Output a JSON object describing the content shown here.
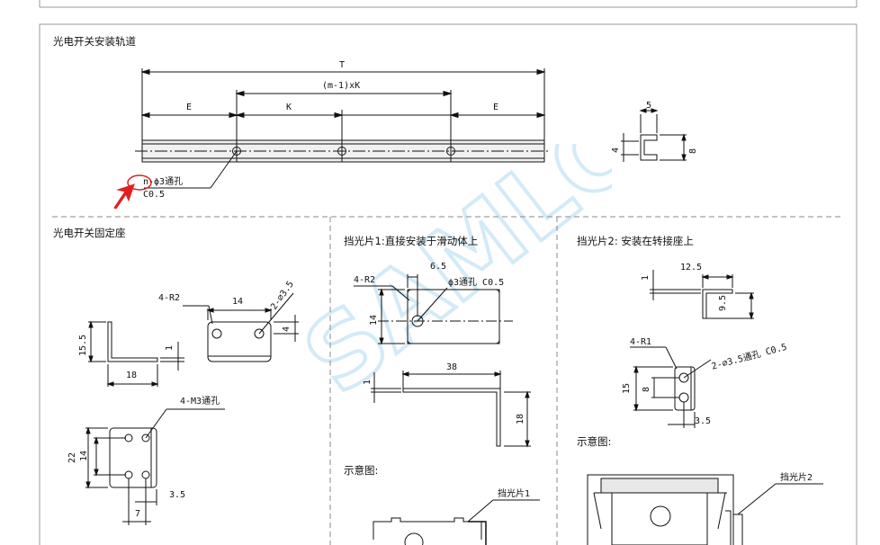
{
  "sections": {
    "rail_title": "光电开关安装轨道",
    "bracket_title": "光电开关固定座",
    "plate1_title": "挡光片1:直接安装于滑动体上",
    "plate2_title": "挡光片2: 安装在转接座上",
    "schematic_label": "示意图:"
  },
  "rail": {
    "dim_T": "T",
    "dim_mK": "(m-1)xK",
    "dim_E_left": "E",
    "dim_K": "K",
    "dim_E_right": "E",
    "hole_label_line1": "n-ϕ3通孔",
    "hole_label_line2": "C0.5",
    "section_w": "5",
    "section_h": "8",
    "section_t": "4"
  },
  "bracket": {
    "r_label": "4-R2",
    "w14": "14",
    "holes": "2-∅3.5",
    "h4": "4",
    "h155": "15.5",
    "t1": "1",
    "w18": "18",
    "m3": "4-M3通孔",
    "h22": "22",
    "h14": "14",
    "d35": "3.5",
    "d7": "7"
  },
  "plate1": {
    "r_label": "4-R2",
    "d65": "6.5",
    "hole": "ϕ3通孔  C0.5",
    "h14": "14",
    "w38": "38",
    "t1": "1",
    "h18": "18",
    "callout": "挡光片1"
  },
  "plate2": {
    "w125": "12.5",
    "t1": "1",
    "h95": "9.5",
    "r_label": "4-R1",
    "holes": "2-∅3.5通孔  C0.5",
    "h15": "15",
    "h8": "8",
    "d35": "3.5",
    "callout": "挡光片2"
  },
  "watermark": "SAMLC",
  "colors": {
    "line": "#111111",
    "annotation": "#e02020",
    "watermark": "#cfe8f7",
    "divider": "#888888"
  }
}
